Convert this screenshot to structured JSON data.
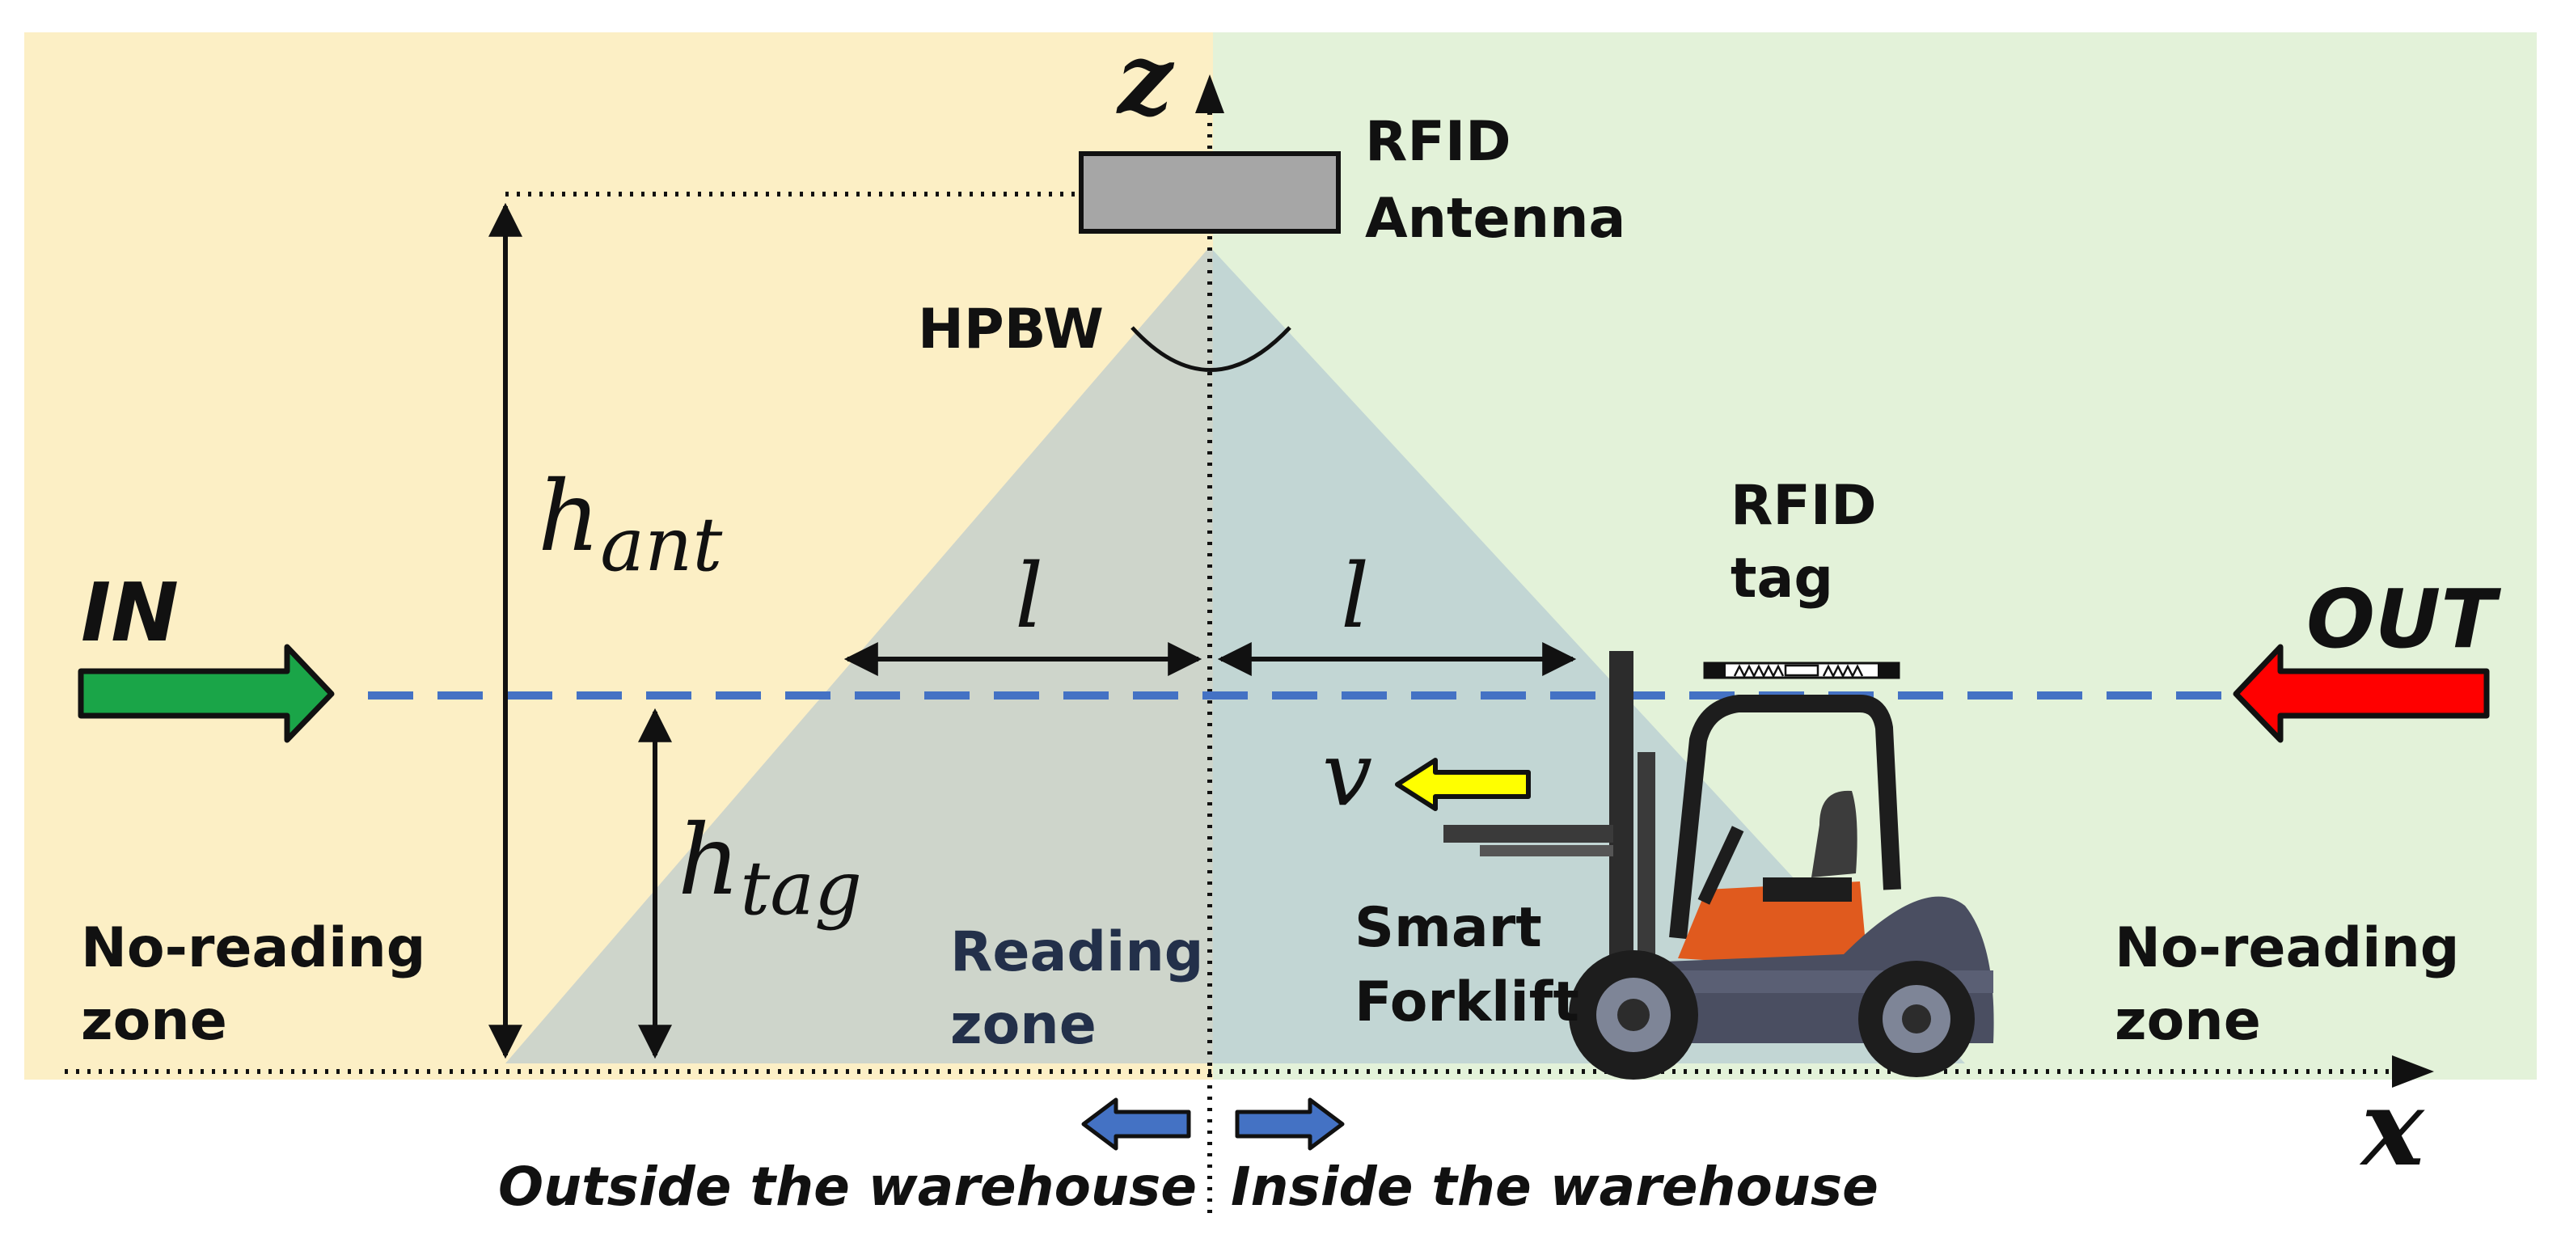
{
  "labels": {
    "z_axis": "z",
    "x_axis": "x",
    "antenna": [
      "RFID",
      "Antenna"
    ],
    "hpbw": "HPBW",
    "h_ant": {
      "base": "h",
      "sub": "ant"
    },
    "h_tag": {
      "base": "h",
      "sub": "tag"
    },
    "l_left": "l",
    "l_right": "l",
    "v": "v",
    "rfid_tag": [
      "RFID",
      "tag"
    ],
    "in": "IN",
    "out": "OUT",
    "no_reading_left": [
      "No-reading",
      "zone"
    ],
    "no_reading_right": [
      "No-reading",
      "zone"
    ],
    "reading_zone": [
      "Reading",
      "zone"
    ],
    "smart_forklift": [
      "Smart",
      "Forklift"
    ],
    "outside": "Outside the warehouse",
    "inside": "Inside the warehouse"
  },
  "colors": {
    "outside_bg": "#fcefc5",
    "inside_bg": "#e3f2d9",
    "reading_beam": "#b9c8d2",
    "in_arrow": "#1aa548",
    "out_arrow": "#ff0000",
    "velocity_arrow": "#ffff00",
    "path_line": "#4472c4",
    "direction_arrows": "#4472c4",
    "antenna_fill": "#a6a6a6",
    "forklift_body": "#4a4e61",
    "forklift_seat": "#e05a1e"
  },
  "icons": [
    "rfid-antenna-icon",
    "rfid-tag-icon",
    "forklift-icon"
  ]
}
